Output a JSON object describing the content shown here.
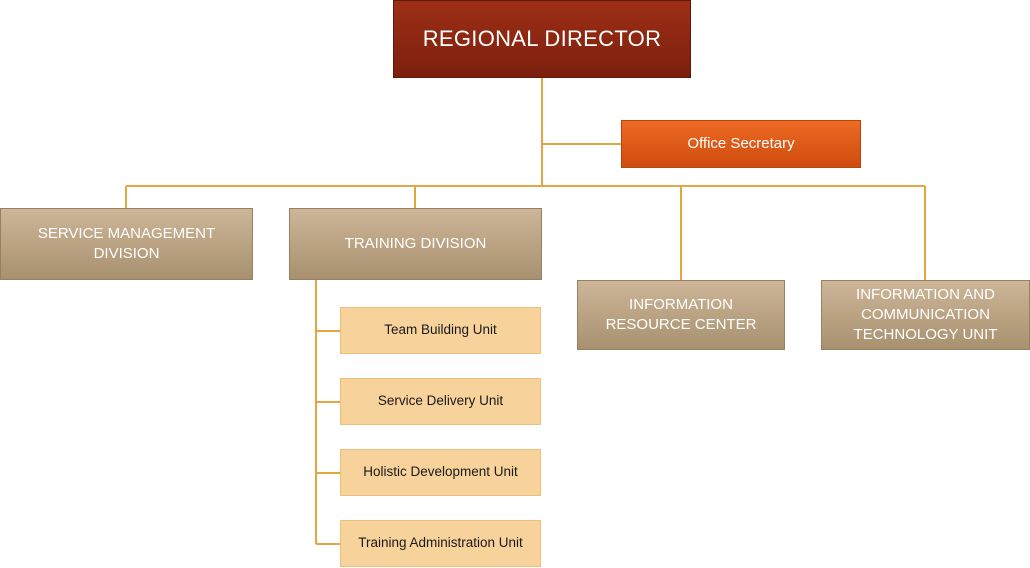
{
  "director": {
    "label": "REGIONAL DIRECTOR"
  },
  "secretary": {
    "label": "Office Secretary"
  },
  "divisions": [
    {
      "id": "service",
      "lines": [
        "SERVICE MANAGEMENT",
        "DIVISION"
      ]
    },
    {
      "id": "training",
      "lines": [
        "TRAINING DIVISION"
      ]
    },
    {
      "id": "irc",
      "lines": [
        "INFORMATION",
        "RESOURCE CENTER"
      ]
    },
    {
      "id": "ict",
      "lines": [
        "INFORMATION AND",
        "COMMUNICATION",
        "TECHNOLOGY UNIT"
      ]
    }
  ],
  "training_units": [
    {
      "label": "Team Building Unit"
    },
    {
      "label": "Service Delivery Unit"
    },
    {
      "label": "Holistic Development Unit"
    },
    {
      "label": "Training Administration Unit"
    }
  ],
  "colors": {
    "connector": "#e3a640",
    "director": "#8b2611",
    "secretary": "#e05a18",
    "division": "#bba382",
    "unit": "#f7d29a"
  }
}
